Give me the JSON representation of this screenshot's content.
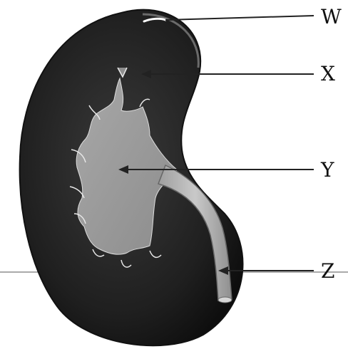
{
  "diagram": {
    "labels": [
      {
        "id": "W",
        "text": "W"
      },
      {
        "id": "X",
        "text": "X"
      },
      {
        "id": "Y",
        "text": "Y"
      },
      {
        "id": "Z",
        "text": "Z"
      }
    ]
  },
  "colors": {
    "kidney_outer": "#1a1a1a",
    "kidney_edge": "#4a4a4a",
    "pelvis_fill": "#9a9a9a",
    "ureter_fill": "#b5b5b5",
    "pointer_line": "#222222",
    "highlight": "#ffffff"
  }
}
